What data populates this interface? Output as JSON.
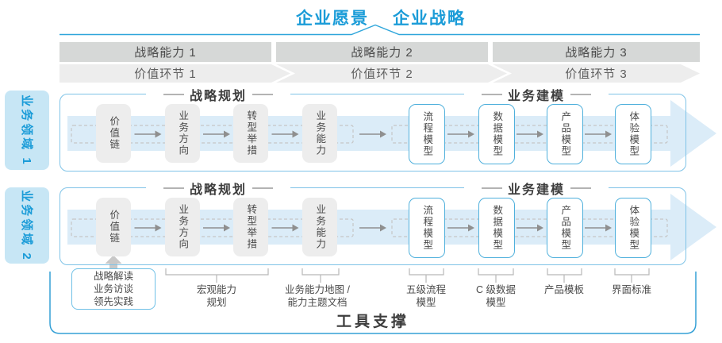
{
  "title": {
    "vision": "企业愿景",
    "strategy": "企业战略"
  },
  "strategic_capabilities": [
    "战略能力 1",
    "战略能力 2",
    "战略能力 3"
  ],
  "value_links": [
    "价值环节 1",
    "价值环节 2",
    "价值环节 3"
  ],
  "business_domains": [
    "业务领域 1",
    "业务领域 2"
  ],
  "sections": {
    "planning": "战略规划",
    "modeling": "业务建模"
  },
  "process_boxes": [
    "价值链",
    "业务方向",
    "转型举措",
    "业务能力",
    "流程模型",
    "数据模型",
    "产品模型",
    "体验模型"
  ],
  "callout_box_lines": [
    "战略解读",
    "业务访谈",
    "领先实践"
  ],
  "deliverable_labels": [
    [
      "宏观能力",
      "规划"
    ],
    [
      "业务能力地图 /",
      "能力主题文档"
    ],
    [
      "五级流程",
      "模型"
    ],
    [
      "C 级数据",
      "模型"
    ],
    [
      "产品模板"
    ],
    [
      "界面标准"
    ]
  ],
  "footer": "工具支撑",
  "colors": {
    "accent_blue": "#1b9cd8",
    "top_line": "#2fa6db",
    "container_border": "#7fc3e7",
    "model_box_border": "#4fb0dc",
    "band_fill": "#dbecf8",
    "capability_bar": "#d6d8d7",
    "value_link_bar": "#ededed",
    "gray_box": "#ededed",
    "domain_fill": "#c7e6f5",
    "arrow_gray": "#8f8f8f",
    "bracket_gray": "#b8b8b8",
    "footer_border": "#35a0d6"
  }
}
